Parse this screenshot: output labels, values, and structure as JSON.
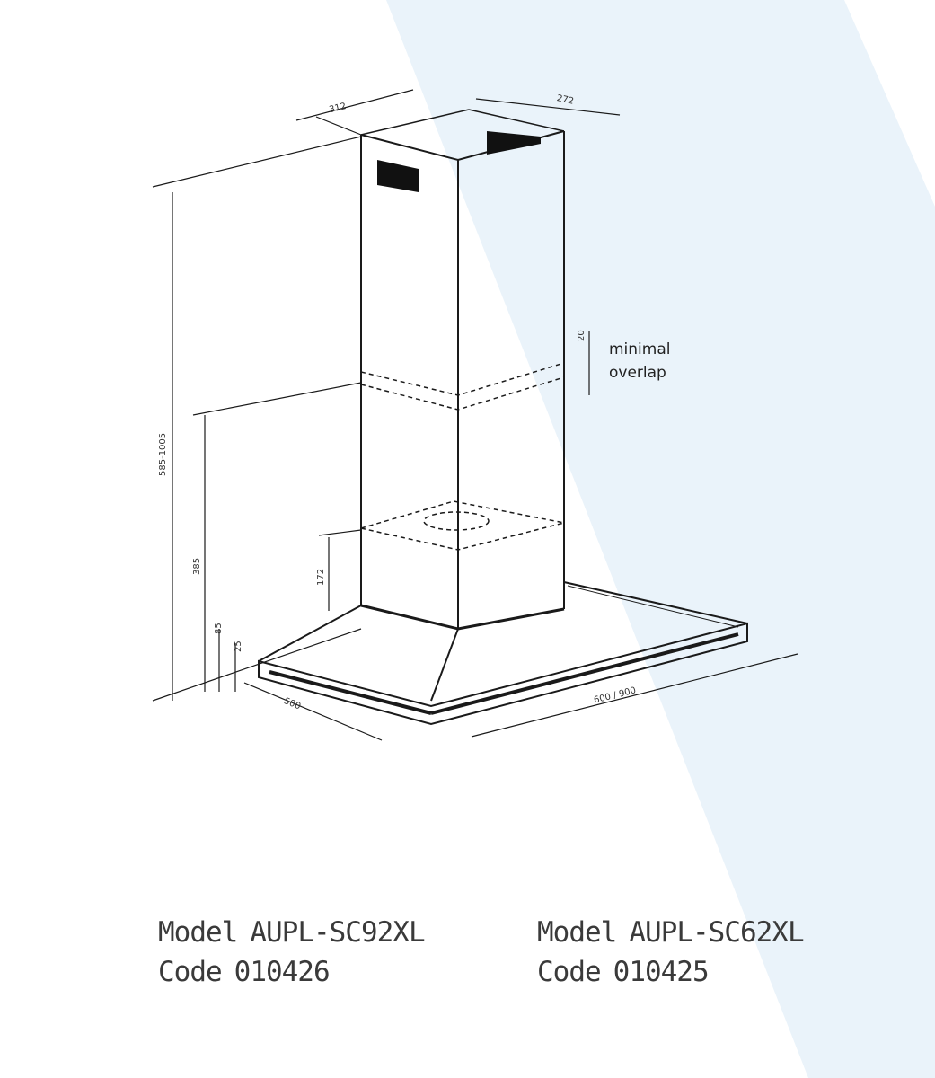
{
  "diagram": {
    "dimensions": {
      "chimney_width": "312",
      "chimney_depth": "272",
      "total_height": "585-1005",
      "lower_height": "385",
      "box_height": "172",
      "canopy_height": "85",
      "edge_height": "25",
      "hood_depth": "500",
      "hood_width": "600 / 900",
      "overlap_value": "20"
    },
    "overlap_note": [
      "minimal",
      "overlap"
    ]
  },
  "models": [
    {
      "model_label": "Model",
      "model_value": "AUPL-SC92XL",
      "code_label": "Code",
      "code_value": "010426"
    },
    {
      "model_label": "Model",
      "model_value": "AUPL-SC62XL",
      "code_label": "Code",
      "code_value": "010425"
    }
  ],
  "colors": {
    "background": "#ffffff",
    "band": "#eaf3fa",
    "line": "#1a1a1a",
    "text": "#3a3a3a"
  }
}
